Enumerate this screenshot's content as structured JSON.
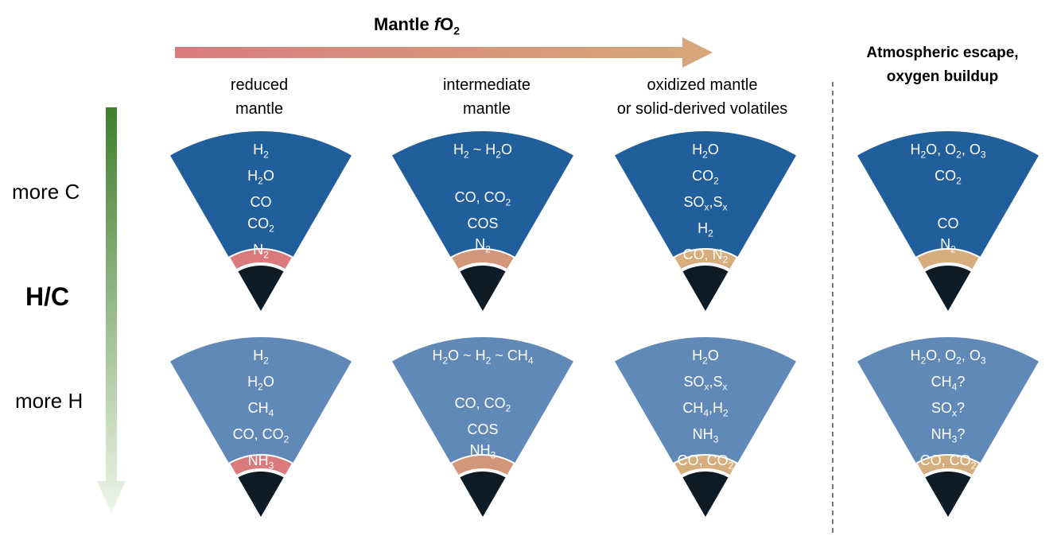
{
  "header": {
    "fo2_title": "Mantle fO2",
    "escape_title_line1": "Atmospheric escape,",
    "escape_title_line2": "oxygen buildup"
  },
  "columns": [
    {
      "line1": "reduced",
      "line2": "mantle"
    },
    {
      "line1": "intermediate",
      "line2": "mantle"
    },
    {
      "line1": "oxidized mantle",
      "line2": "or solid-derived volatiles"
    }
  ],
  "side": {
    "more_c": "more C",
    "hc": "H/C",
    "more_h": "more H"
  },
  "colors": {
    "fo2_arrow_start": "#d97b7e",
    "fo2_arrow_end": "#d6a878",
    "hc_arrow_top": "#3f7e2c",
    "hc_arrow_bottom": "#eef6e8",
    "atmosphere_c_rich": "#215e9c",
    "atmosphere_h_rich": "#6189b8",
    "mantle_reduced": "#d87a7e",
    "mantle_intermediate": "#d2967a",
    "mantle_oxidized": "#d6ad7c",
    "core": "#0c1b26",
    "divider": "#777777"
  },
  "wedges": [
    {
      "id": "reduced-more-c",
      "atm": "c",
      "mantle": "reduced",
      "gases": [
        "H2",
        "H2O",
        "CO",
        "CO2",
        "N2"
      ]
    },
    {
      "id": "intermediate-more-c",
      "atm": "c",
      "mantle": "intermediate",
      "gases": [
        "H2 ~ H2O",
        "",
        "CO, CO2",
        "COS",
        "N2"
      ]
    },
    {
      "id": "oxidized-more-c",
      "atm": "c",
      "mantle": "oxidized",
      "gases": [
        "H2O",
        "CO2",
        "SOx,Sx",
        "H2",
        "CO, N2"
      ]
    },
    {
      "id": "escape-more-c",
      "atm": "c",
      "mantle": "oxidized",
      "gases": [
        "H2O, O2, O3",
        "CO2",
        "",
        "CO",
        "N2"
      ]
    },
    {
      "id": "reduced-more-h",
      "atm": "h",
      "mantle": "reduced",
      "gases": [
        "H2",
        "H2O",
        "CH4",
        "CO, CO2",
        "NH3"
      ]
    },
    {
      "id": "intermediate-more-h",
      "atm": "h",
      "mantle": "intermediate",
      "gases": [
        "H2O ~ H2 ~ CH4",
        "",
        "CO, CO2",
        "COS",
        "NH3"
      ]
    },
    {
      "id": "oxidized-more-h",
      "atm": "h",
      "mantle": "oxidized",
      "gases": [
        "H2O",
        "SOx,Sx",
        "CH4,H2",
        "NH3",
        "CO, CO2"
      ]
    },
    {
      "id": "escape-more-h",
      "atm": "h",
      "mantle": "oxidized",
      "gases": [
        "H2O, O2, O3",
        "CH4?",
        "SOx?",
        "NH3?",
        "CO, CO2"
      ]
    }
  ]
}
